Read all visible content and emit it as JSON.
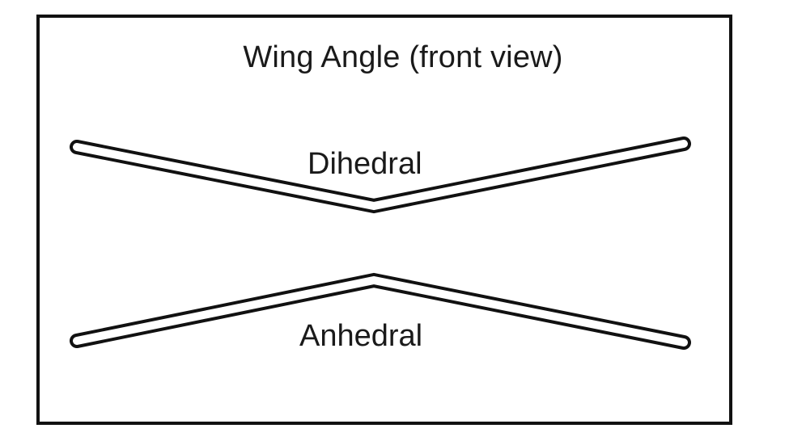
{
  "diagram": {
    "title": "Wing Angle (front view)",
    "labels": {
      "dihedral": "Dihedral",
      "anhedral": "Anhedral"
    }
  }
}
